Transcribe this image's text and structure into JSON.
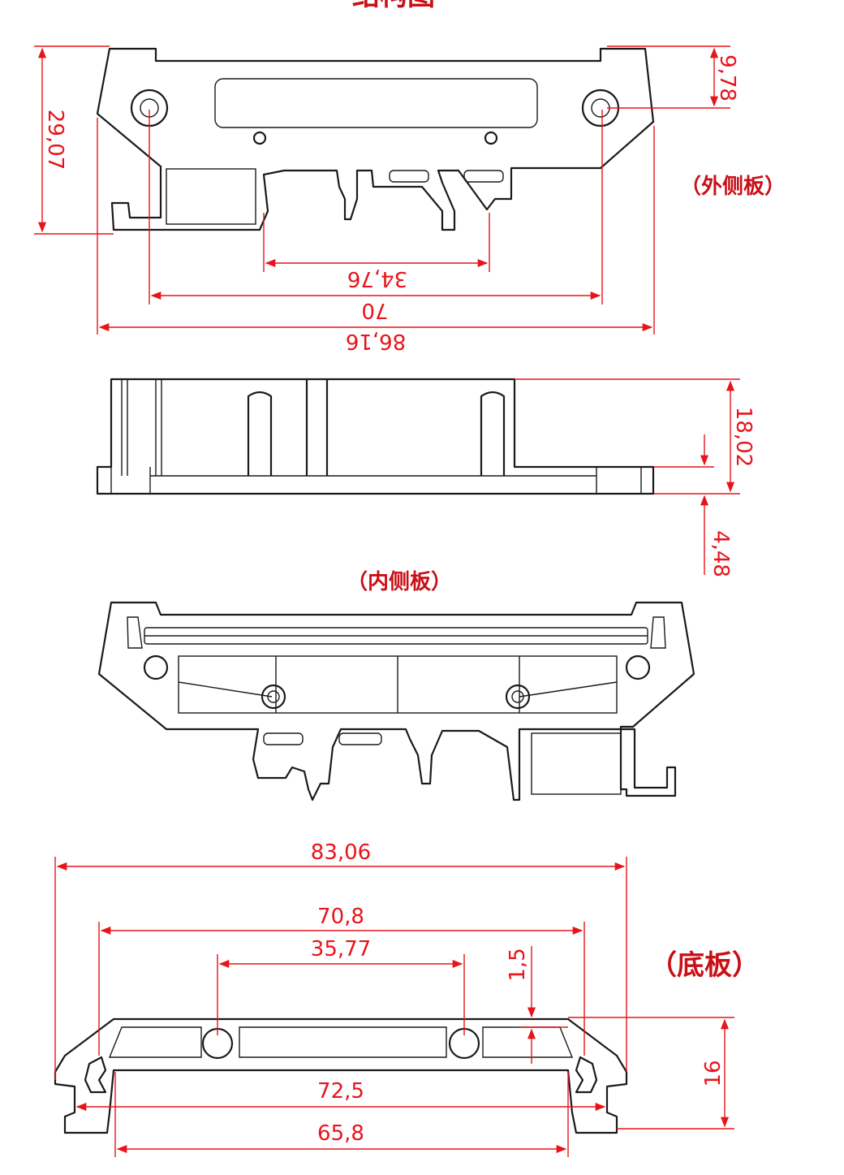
{
  "header": {
    "title_fragment": "结构图"
  },
  "labels": {
    "outer_side_plate": "（外侧板）",
    "inner_side_plate": "（内侧板）",
    "bottom_plate": "（底板）"
  },
  "dimensions": {
    "outer": {
      "height": "29,07",
      "offset": "9,78",
      "rail": "34,76",
      "holes": "70",
      "width": "86,16"
    },
    "side": {
      "height": "18,02",
      "base": "4,48"
    },
    "bottom": {
      "overall": "83,06",
      "span": "70,8",
      "slots": "35,77",
      "lip": "1,5",
      "height": "16",
      "inner": "72,5",
      "base": "65,8"
    }
  },
  "colors": {
    "dimension": "#e8141b",
    "label": "#c81016",
    "outline": "#1a1a1a"
  }
}
